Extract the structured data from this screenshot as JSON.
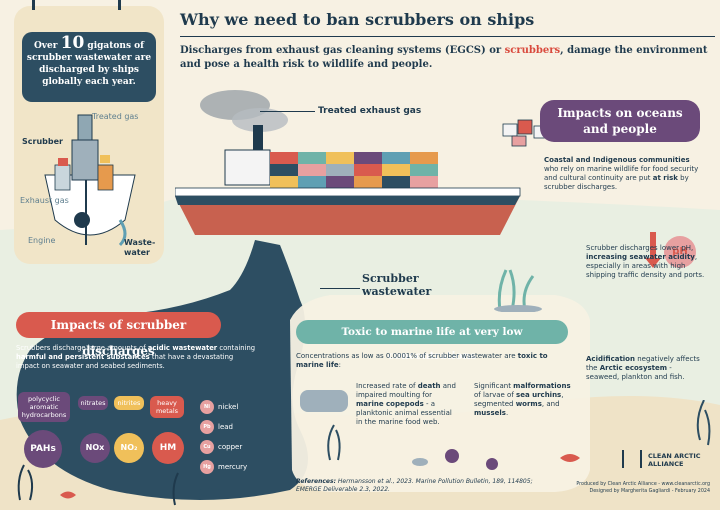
{
  "title": "Why we need to ban scrubbers on ships",
  "subtitle_pre": "Discharges from exhaust gas cleaning systems (EGCS) or ",
  "subtitle_highlight": "scrubbers",
  "subtitle_post": ", damage the environment and pose a health risk to wildlife and people.",
  "stat": {
    "line1_pre": "Over ",
    "number": "10",
    "line1_post": " gigatons of",
    "rest": "scrubber wastewater are discharged by ships globally each year."
  },
  "diagram": {
    "treated_gas": "Treated gas",
    "scrubber": "Scrubber",
    "exhaust_gas": "Exhaust gas",
    "engine": "Engine",
    "wastewater": "Waste-water"
  },
  "ship": {
    "treated_exhaust_gas": "Treated exhaust gas",
    "scrubber_wastewater": "Scrubber wastewater"
  },
  "oceans": {
    "title": "Impacts on oceans and people",
    "text_bold": "Coastal and Indigenous communities",
    "text_mid": " who rely on marine wildlife for food security and cultural continuity are put ",
    "text_bold2": "at risk",
    "text_end": " by scrubber discharges."
  },
  "ph": {
    "icon_label": "pH",
    "text_pre": "Scrubber discharges lower pH, ",
    "text_bold": "increasing seawater acidity",
    "text_post": ", especially in areas with high shipping traffic density and ports."
  },
  "acid": {
    "bold1": "Acidification",
    "mid": " negatively affects the ",
    "bold2": "Arctic ecosystem",
    "end": " - seaweed, plankton and fish."
  },
  "discharges": {
    "title": "Impacts of scrubber discharges",
    "text_pre": "Scrubbers discharge large amounts of ",
    "text_bold1": "acidic wastewater",
    "text_mid": " containing ",
    "text_bold2": "harmful and persistent substances",
    "text_post": " that have a devastating impact on seawater and seabed sediments."
  },
  "substances": {
    "pahs_tag": "polycyclic aromatic hydrocarbons",
    "pahs": "PAHs",
    "nox_tag": "nitrates",
    "nox": "NOx",
    "no2_tag": "nitrites",
    "no2": "NO₂",
    "hm_tag": "heavy metals",
    "hm": "HM",
    "metals": [
      {
        "sym": "Ni",
        "name": "nickel"
      },
      {
        "sym": "Pb",
        "name": "lead"
      },
      {
        "sym": "Cu",
        "name": "copper"
      },
      {
        "sym": "Hg",
        "name": "mercury"
      }
    ]
  },
  "toxic": {
    "title": "Toxic to marine life at very low concentrations",
    "intro_pre": "Concentrations as low as 0.0001% of scrubber wastewater are ",
    "intro_bold": "toxic to marine life",
    "intro_post": ":",
    "copepod_pre": "Increased rate of ",
    "copepod_b1": "death",
    "copepod_mid": " and impaired moulting for ",
    "copepod_b2": "marine copepods",
    "copepod_post": " - a planktonic animal essential in the marine food web.",
    "urchin_pre": "Significant ",
    "urchin_b1": "malformations",
    "urchin_mid1": " of larvae of ",
    "urchin_b2": "sea urchins",
    "urchin_mid2": ", segmented ",
    "urchin_b3": "worms",
    "urchin_mid3": ", and ",
    "urchin_b4": "mussels",
    "urchin_post": "."
  },
  "references": {
    "label": "References:",
    "text": " Hermansson et al., 2023. Marine Pollution Bulletin, 189, 114805; EMERGE Deliverable 2.3, 2022."
  },
  "credits": {
    "logo_line1": "CLEAN ARCTIC",
    "logo_line2": "ALLIANCE",
    "line1": "Produced by Clean Arctic Alliance - www.cleanarctic.org",
    "line2": "Designed by Margherita Gagliardi - February 2024"
  },
  "colors": {
    "navy": "#1f3a4d",
    "coral": "#d95a4e",
    "teal": "#6fb3a8",
    "purple": "#6b4a7a",
    "sand": "#f7f1e3",
    "sea": "#5f9fb3"
  }
}
